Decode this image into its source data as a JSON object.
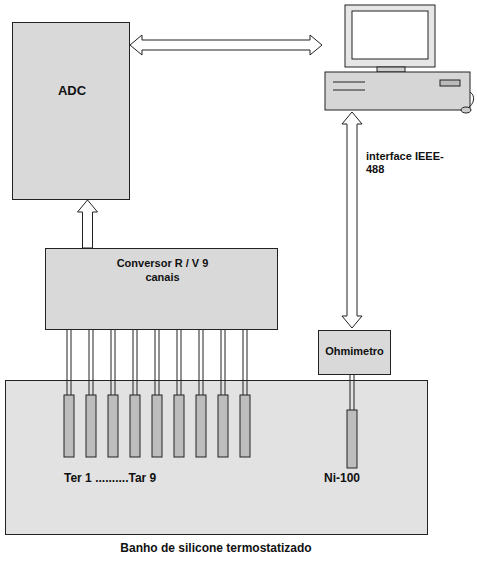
{
  "diagram": {
    "nodes": [
      {
        "text": [
          "ADC"
        ]
      },
      {
        "text": [
          "Conversor R / V 9 canais"
        ]
      },
      {
        "text": [
          "Ohmimetro"
        ]
      },
      {
        "text": [
          "Ter 1 ..........Tar 9",
          "Ni-100",
          "Banho de silicone termostatizado"
        ]
      }
    ],
    "edges": [
      {
        "from": 1,
        "to": 0,
        "arrow": "to"
      }
    ],
    "labels": [
      "interface IEEE-488"
    ]
  }
}
